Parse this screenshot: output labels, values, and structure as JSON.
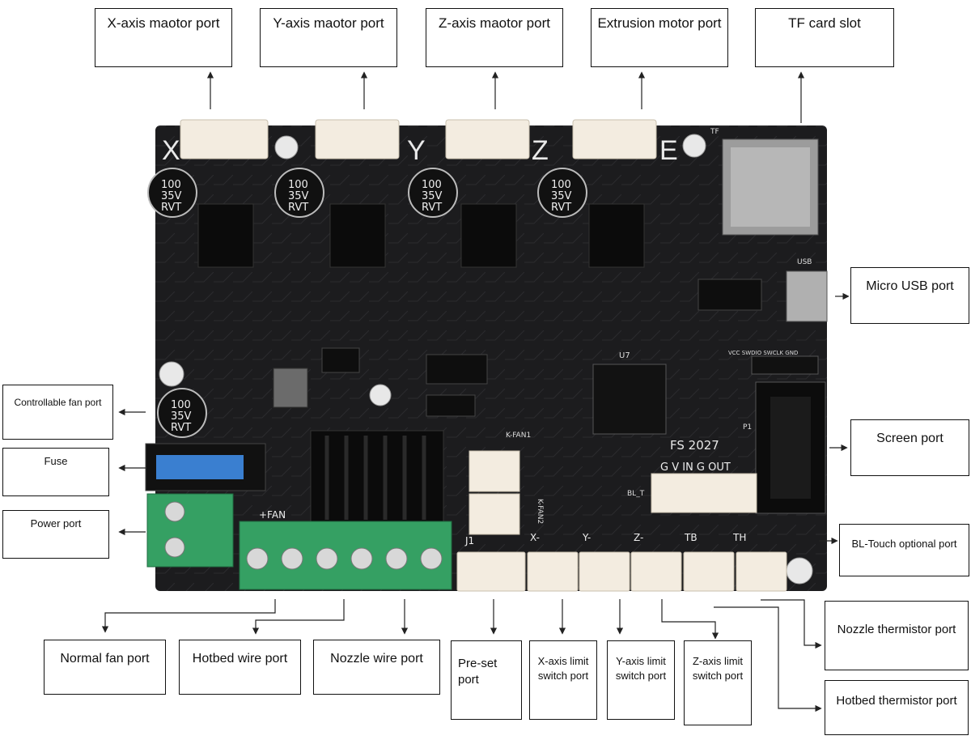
{
  "labels": {
    "x_motor": "X-axis maotor port",
    "y_motor": "Y-axis maotor port",
    "z_motor": "Z-axis maotor port",
    "extrusion_motor": "Extrusion motor port",
    "tf_card": "TF card slot",
    "micro_usb": "Micro USB port",
    "screen": "Screen port",
    "bltouch": "BL-Touch optional port",
    "nozzle_thermistor": "Nozzle thermistor port",
    "hotbed_thermistor": "Hotbed thermistor port",
    "controllable_fan": "Controllable fan port",
    "fuse": "Fuse",
    "power": "Power port",
    "normal_fan": "Normal fan port",
    "hotbed_wire": "Hotbed wire port",
    "nozzle_wire": "Nozzle wire port",
    "preset_1": "Pre-set",
    "preset_2": "port",
    "x_limit_1": "X-axis limit",
    "x_limit_2": "switch port",
    "y_limit_1": "Y-axis limit",
    "y_limit_2": "switch port",
    "z_limit_1": "Z-axis limit",
    "z_limit_2": "switch port"
  },
  "board": {
    "silk_axis": [
      "X",
      "Y",
      "Z",
      "E"
    ],
    "capacitor_text": [
      "100",
      "35V",
      "RVT"
    ],
    "mcu_label": "U7",
    "chip_text": "FS 2027",
    "connector_labels": {
      "screen_pins": "G V IN G OUT",
      "limit_x": "X-",
      "limit_y": "Y-",
      "limit_z": "Z-",
      "tb": "TB",
      "th": "TH",
      "fan1": "K-FAN1",
      "fan2": "K-FAN2",
      "fan": "+FAN",
      "usb": "USB",
      "tf": "TF",
      "blt": "BL_T",
      "j1": "J1",
      "p1": "P1",
      "swd": "VCC SWDIO SWCLK GND"
    }
  },
  "colors": {
    "board": "#1c1c1e",
    "terminal": "#35a063",
    "connector": "#f3ece0",
    "heatsink": "#0b0b0b",
    "fuse": "#3a7fd0"
  }
}
